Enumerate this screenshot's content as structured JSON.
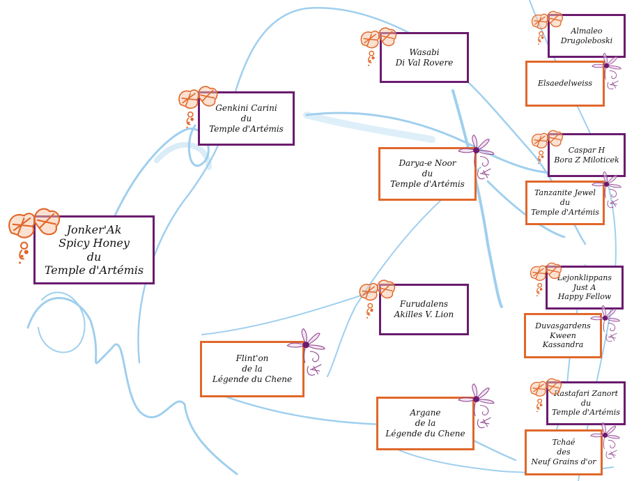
{
  "title": "Pedigree — Jonker'Ak Spicy Honey du Temple d'Artémis",
  "colors": {
    "sire_border": "#6a1b6e",
    "dam_border": "#e0672a",
    "background_swirl": "#7fbfe8",
    "leaf_ornament": "#e0672a",
    "flower_ornament": "#7a1e78"
  },
  "subject": {
    "lines": [
      "Jonker'Ak",
      "Spicy Honey",
      "du",
      "Temple d'Artémis"
    ]
  },
  "generation1": {
    "sire": {
      "lines": [
        "Genkini Carini",
        "du",
        "Temple d'Artémis"
      ]
    },
    "dam": {
      "lines": [
        "Flint'on",
        "de la",
        "Légende du Chene"
      ]
    }
  },
  "generation2": {
    "sire_sire": {
      "lines": [
        "Wasabi",
        "Di Val Rovere"
      ]
    },
    "sire_dam": {
      "lines": [
        "Darya-e Noor",
        "du",
        "Temple d'Artémis"
      ]
    },
    "dam_sire": {
      "lines": [
        "Furudalens",
        "Akilles V. Lion"
      ]
    },
    "dam_dam": {
      "lines": [
        "Argane",
        "de la",
        "Légende du Chene"
      ]
    }
  },
  "generation3": {
    "ss_sire": {
      "lines": [
        "Almaleo",
        "Drugoleboski"
      ]
    },
    "ss_dam": {
      "lines": [
        "Elsaedelweiss"
      ]
    },
    "sd_sire": {
      "lines": [
        "Caspar H",
        "Bora Z Miloticek"
      ]
    },
    "sd_dam": {
      "lines": [
        "Tanzanite Jewel",
        "du",
        "Temple d'Artémis"
      ]
    },
    "ds_sire": {
      "lines": [
        "Lejonklippans",
        "Just A",
        "Happy Fellow"
      ]
    },
    "ds_dam": {
      "lines": [
        "Duvasgardens",
        "Kween",
        "Kassandra"
      ]
    },
    "dd_sire": {
      "lines": [
        "Rastafari Zanort",
        "du",
        "Temple d'Artémis"
      ]
    },
    "dd_dam": {
      "lines": [
        "Tchaé",
        "des",
        "Neuf Grains d'or"
      ]
    }
  }
}
